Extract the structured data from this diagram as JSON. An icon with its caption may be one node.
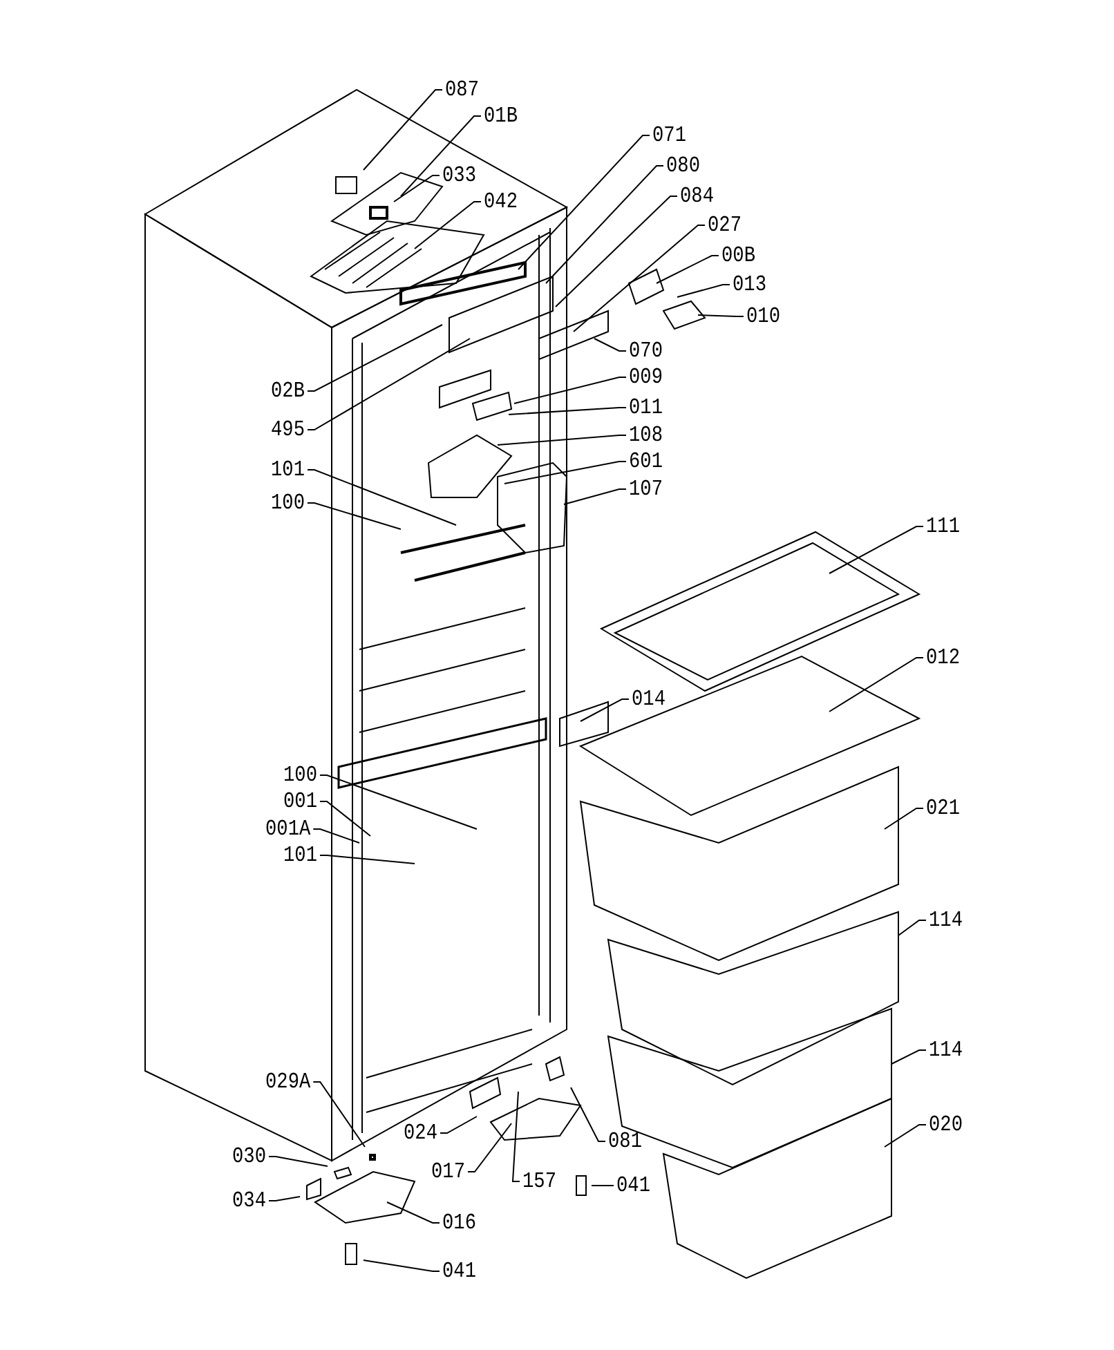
{
  "diagram": {
    "nodes": [
      {
        "text": [
          "087"
        ]
      },
      {
        "text": [
          "01B"
        ]
      },
      {
        "text": [
          "033"
        ]
      },
      {
        "text": [
          "042"
        ]
      },
      {
        "text": [
          "071"
        ]
      },
      {
        "text": [
          "080"
        ]
      },
      {
        "text": [
          "084"
        ]
      },
      {
        "text": [
          "027"
        ]
      },
      {
        "text": [
          "00B"
        ]
      },
      {
        "text": [
          "013"
        ]
      },
      {
        "text": [
          "010"
        ]
      },
      {
        "text": [
          "070"
        ]
      },
      {
        "text": [
          "009"
        ]
      },
      {
        "text": [
          "011"
        ]
      },
      {
        "text": [
          "108"
        ]
      },
      {
        "text": [
          "601"
        ]
      },
      {
        "text": [
          "107"
        ]
      },
      {
        "text": [
          "02B"
        ]
      },
      {
        "text": [
          "495"
        ]
      },
      {
        "text": [
          "101"
        ]
      },
      {
        "text": [
          "100"
        ]
      },
      {
        "text": [
          "111"
        ]
      },
      {
        "text": [
          "012"
        ]
      },
      {
        "text": [
          "014"
        ]
      },
      {
        "text": [
          "021"
        ]
      },
      {
        "text": [
          "100"
        ]
      },
      {
        "text": [
          "001"
        ]
      },
      {
        "text": [
          "001A"
        ]
      },
      {
        "text": [
          "101"
        ]
      },
      {
        "text": [
          "114"
        ]
      },
      {
        "text": [
          "114"
        ]
      },
      {
        "text": [
          "020"
        ]
      },
      {
        "text": [
          "029A"
        ]
      },
      {
        "text": [
          "024"
        ]
      },
      {
        "text": [
          "081"
        ]
      },
      {
        "text": [
          "030"
        ]
      },
      {
        "text": [
          "017"
        ]
      },
      {
        "text": [
          "157"
        ]
      },
      {
        "text": [
          "041"
        ]
      },
      {
        "text": [
          "034"
        ]
      },
      {
        "text": [
          "016"
        ]
      },
      {
        "text": [
          "041"
        ]
      }
    ],
    "edges": [
      {
        "from": 0,
        "to": null,
        "arrow": "none"
      },
      {
        "from": 1,
        "to": null,
        "arrow": "none"
      },
      {
        "from": 2,
        "to": null,
        "arrow": "none"
      },
      {
        "from": 3,
        "to": null,
        "arrow": "none"
      },
      {
        "from": 4,
        "to": null,
        "arrow": "none"
      },
      {
        "from": 5,
        "to": null,
        "arrow": "none"
      },
      {
        "from": 6,
        "to": null,
        "arrow": "none"
      },
      {
        "from": 7,
        "to": null,
        "arrow": "none"
      },
      {
        "from": 8,
        "to": null,
        "arrow": "none"
      },
      {
        "from": 9,
        "to": null,
        "arrow": "none"
      },
      {
        "from": 10,
        "to": null,
        "arrow": "none"
      },
      {
        "from": 11,
        "to": null,
        "arrow": "none"
      },
      {
        "from": 12,
        "to": null,
        "arrow": "none"
      },
      {
        "from": 13,
        "to": null,
        "arrow": "none"
      },
      {
        "from": 14,
        "to": null,
        "arrow": "none"
      },
      {
        "from": 15,
        "to": null,
        "arrow": "none"
      },
      {
        "from": 16,
        "to": null,
        "arrow": "none"
      },
      {
        "from": 17,
        "to": null,
        "arrow": "none"
      },
      {
        "from": 18,
        "to": null,
        "arrow": "none"
      },
      {
        "from": 19,
        "to": null,
        "arrow": "none"
      },
      {
        "from": 20,
        "to": null,
        "arrow": "none"
      },
      {
        "from": 21,
        "to": null,
        "arrow": "none"
      },
      {
        "from": 22,
        "to": null,
        "arrow": "none"
      },
      {
        "from": 23,
        "to": null,
        "arrow": "none"
      },
      {
        "from": 24,
        "to": null,
        "arrow": "none"
      },
      {
        "from": 25,
        "to": null,
        "arrow": "none"
      },
      {
        "from": 26,
        "to": null,
        "arrow": "none"
      },
      {
        "from": 27,
        "to": null,
        "arrow": "none"
      },
      {
        "from": 28,
        "to": null,
        "arrow": "none"
      },
      {
        "from": 29,
        "to": null,
        "arrow": "none"
      },
      {
        "from": 30,
        "to": null,
        "arrow": "none"
      },
      {
        "from": 31,
        "to": null,
        "arrow": "none"
      },
      {
        "from": 32,
        "to": null,
        "arrow": "none"
      },
      {
        "from": 33,
        "to": null,
        "arrow": "none"
      },
      {
        "from": 34,
        "to": null,
        "arrow": "none"
      },
      {
        "from": 35,
        "to": null,
        "arrow": "none"
      },
      {
        "from": 36,
        "to": null,
        "arrow": "none"
      },
      {
        "from": 37,
        "to": null,
        "arrow": "none"
      },
      {
        "from": 38,
        "to": null,
        "arrow": "none"
      },
      {
        "from": 39,
        "to": null,
        "arrow": "none"
      },
      {
        "from": 40,
        "to": null,
        "arrow": "none"
      },
      {
        "from": 41,
        "to": null,
        "arrow": "none"
      }
    ]
  }
}
